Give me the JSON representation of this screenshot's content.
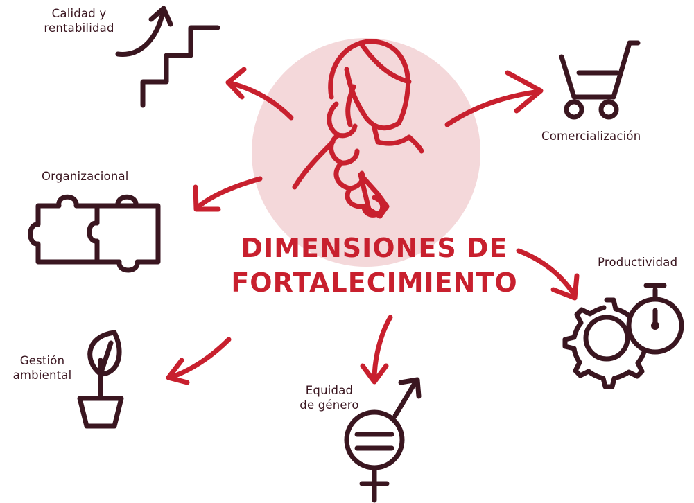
{
  "colors": {
    "accent": "#c8202e",
    "dark": "#3a1620",
    "circle": "#f4d8da",
    "background": "#ffffff"
  },
  "title": {
    "line1": "DIMENSIONES DE",
    "line2": "FORTALECIMIENTO"
  },
  "center_icon": "woman-braid-icon",
  "dimensions": [
    {
      "id": "calidad",
      "label_lines": [
        "Calidad y",
        "rentabilidad"
      ],
      "icon": "stairs-up-arrow-icon"
    },
    {
      "id": "comercializacion",
      "label_lines": [
        "Comercialización"
      ],
      "icon": "shopping-cart-icon"
    },
    {
      "id": "organizacional",
      "label_lines": [
        "Organizacional"
      ],
      "icon": "puzzle-pieces-icon"
    },
    {
      "id": "productividad",
      "label_lines": [
        "Productividad"
      ],
      "icon": "gear-stopwatch-icon"
    },
    {
      "id": "gestion",
      "label_lines": [
        "Gestión",
        "ambiental"
      ],
      "icon": "plant-pot-icon"
    },
    {
      "id": "equidad",
      "label_lines": [
        "Equidad",
        "de género"
      ],
      "icon": "gender-equality-icon"
    }
  ]
}
